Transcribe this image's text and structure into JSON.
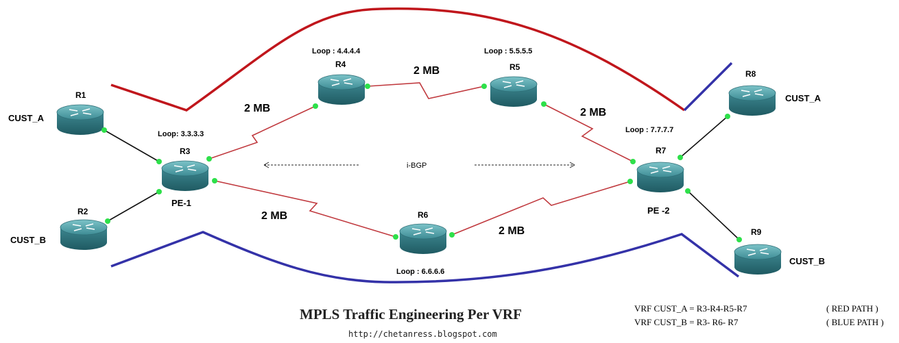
{
  "title": "MPLS Traffic Engineering Per VRF",
  "url": "http://chetanress.blogspot.com",
  "ibgp_label": "i-BGP",
  "routers": {
    "r1": {
      "name": "R1",
      "cust": "CUST_A"
    },
    "r2": {
      "name": "R2",
      "cust": "CUST_B"
    },
    "r3": {
      "name": "R3",
      "loop": "Loop: 3.3.3.3",
      "pe": "PE-1"
    },
    "r4": {
      "name": "R4",
      "loop": "Loop : 4.4.4.4"
    },
    "r5": {
      "name": "R5",
      "loop": "Loop : 5.5.5.5"
    },
    "r6": {
      "name": "R6",
      "loop": "Loop : 6.6.6.6"
    },
    "r7": {
      "name": "R7",
      "loop": "Loop : 7.7.7.7",
      "pe": "PE -2"
    },
    "r8": {
      "name": "R8",
      "cust": "CUST_A"
    },
    "r9": {
      "name": "R9",
      "cust": "CUST_B"
    }
  },
  "links": {
    "r3_r4": "2 MB",
    "r4_r5": "2 MB",
    "r5_r7": "2 MB",
    "r3_r6": "2 MB",
    "r6_r7": "2 MB"
  },
  "legend": [
    {
      "vrf": "VRF  CUST_A  =  R3-R4-R5-R7",
      "path": "( RED PATH )"
    },
    {
      "vrf": "VRF CUST_B   =  R3- R6- R7",
      "path": "( BLUE PATH )"
    }
  ],
  "colors": {
    "red_path": "#c0161c",
    "blue_path": "#3432a8",
    "router_body": "#3f8c96",
    "link_red": "#c0393e",
    "port_dot": "#2ee04a"
  }
}
